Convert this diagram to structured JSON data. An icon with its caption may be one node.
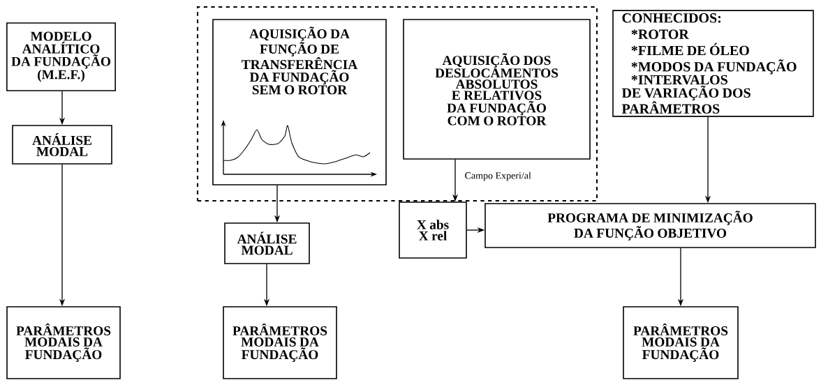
{
  "diagram": {
    "nodes": [
      {
        "text": [
          "MODELO ANALÍTICO DA FUNDAÇÃO (M.E.F.)"
        ]
      },
      {
        "text": [
          "ANÁLISE MODAL"
        ]
      },
      {
        "text": [
          "PARÂMETROS MODAIS DA FUNDAÇÃO"
        ]
      },
      {
        "text": [],
        "shape": "box"
      },
      {
        "text": [
          "AQUISIÇÃO DA FUNÇÃO DE TRANSFERÊNCIA DA FUNDAÇÃO SEM O ROTOR"
        ],
        "in": 3
      },
      {
        "text": [
          "AQUISIÇÃO DOS DESLOCAMENTOS ABSOLUTOS E RELATIVOS DA FUNDAÇÃO COM O ROTOR"
        ],
        "in": 3
      },
      {
        "text": [
          "CONHECIDOS:",
          "*ROTOR",
          "*FILME DE ÓLEO",
          "*MODOS DA FUNDAÇÃO",
          "*INTERVALOS DE VARIAÇÃO DOS PARÂMETROS"
        ]
      },
      {
        "text": [
          "ANÁLISE MODAL"
        ]
      },
      {
        "text": [
          "X abs",
          "X rel"
        ]
      },
      {
        "text": [
          "PROGRAMA DE MINIMIZAÇÃO DA FUNÇÃO OBJETIVO"
        ]
      },
      {
        "text": [
          "PARÂMETROS MODAIS DA FUNDAÇÃO"
        ]
      },
      {
        "text": [
          "PARÂMETROS MODAIS DA FUNDAÇÃO"
        ]
      }
    ],
    "edges": [
      {
        "from": 0,
        "to": 1,
        "arrow": "to"
      },
      {
        "from": 1,
        "to": 2,
        "arrow": "to"
      },
      {
        "from": 4,
        "to": 7,
        "arrow": "to"
      },
      {
        "from": 5,
        "to": 8,
        "arrow": "to",
        "label": "Campo Experi/al"
      },
      {
        "from": 8,
        "to": 9,
        "arrow": "to"
      },
      {
        "from": 6,
        "to": 9,
        "arrow": "to"
      },
      {
        "from": 7,
        "to": 10,
        "arrow": "to"
      },
      {
        "from": 9,
        "to": 11,
        "arrow": "to"
      }
    ]
  }
}
